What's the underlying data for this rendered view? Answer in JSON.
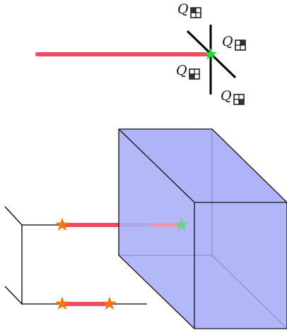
{
  "colors": {
    "path_red": "#f24a60",
    "path_faded": "#e79ab1",
    "star_green": "#22dd33",
    "star_green_faded": "#6bd48a",
    "star_orange": "#f7760a",
    "cube_face": "#aab0f7",
    "cube_edge": "#111111",
    "cube_hidden_edge": "#7f86c8",
    "line_black": "#000000"
  },
  "labels": {
    "q_top": "Q",
    "q_right": "Q",
    "q_left": "Q",
    "q_bottom": "Q"
  },
  "icons": {
    "q_top": "quadrant-top-left-filled",
    "q_right": "quadrant-top-right-filled",
    "q_left": "quadrant-bottom-left-filled",
    "q_bottom": "quadrant-bottom-right-filled"
  }
}
